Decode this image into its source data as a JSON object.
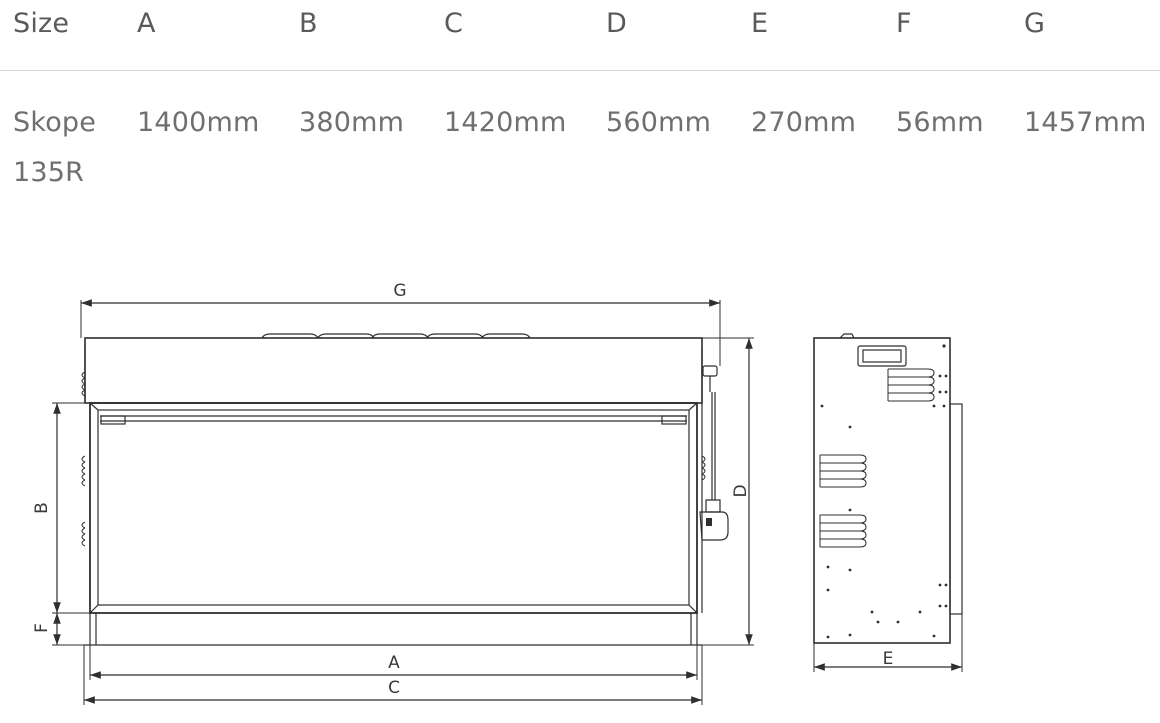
{
  "table": {
    "headers": [
      "Size",
      "A",
      "B",
      "C",
      "D",
      "E",
      "F",
      "G"
    ],
    "row": {
      "model": "Skope 135R",
      "values": [
        "1400mm",
        "380mm",
        "1420mm",
        "560mm",
        "270mm",
        "56mm",
        "1457mm"
      ]
    }
  },
  "diagram": {
    "labels": {
      "G": "G",
      "D": "D",
      "B": "B",
      "F": "F",
      "A": "A",
      "C": "C",
      "E": "E"
    }
  }
}
